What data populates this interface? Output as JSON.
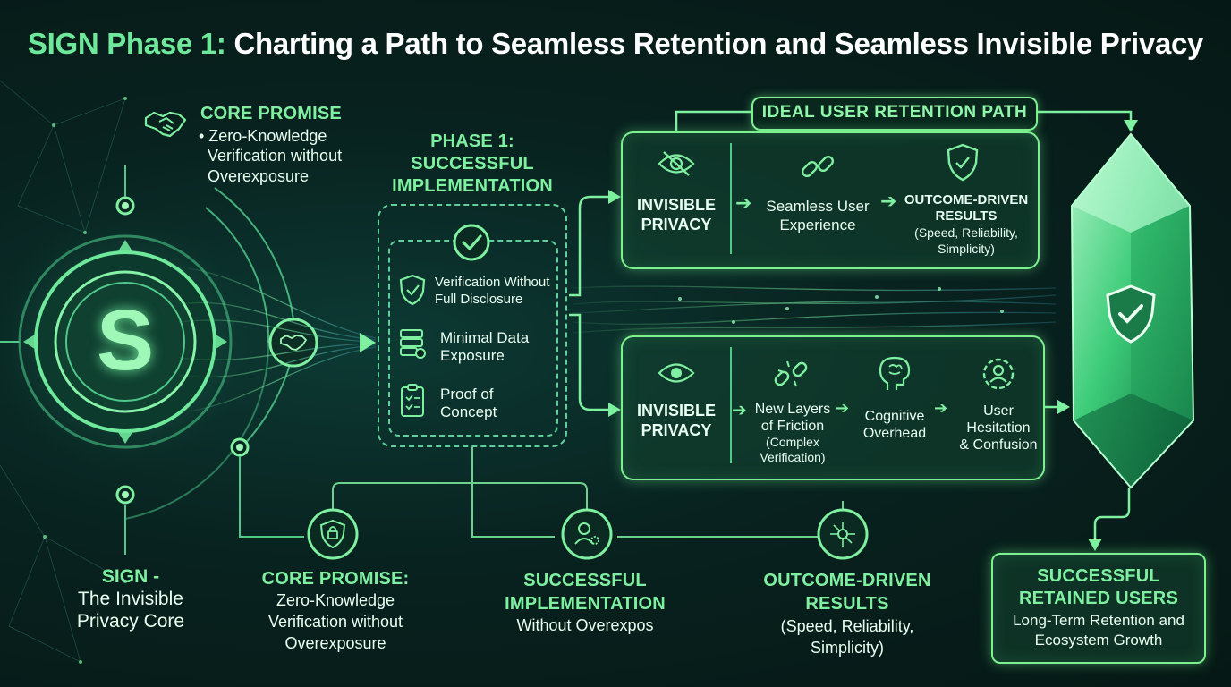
{
  "title": {
    "highlight": "SIGN Phase 1:",
    "rest": "Charting a Path to Seamless Retention and Seamless Invisible Privacy"
  },
  "core_promise_top": {
    "title": "CORE PROMISE",
    "line1": "• Zero-Knowledge",
    "line2": "Verification without",
    "line3": "Overexposure"
  },
  "phase1": {
    "line1": "PHASE 1:",
    "line2": "SUCCESSFUL",
    "line3": "IMPLEMENTATION"
  },
  "phase1_items": [
    {
      "line1": "Verification Without",
      "line2": "Full Disclosure"
    },
    {
      "line1": "Minimal Data",
      "line2": "Exposure"
    },
    {
      "line1": "Proof of",
      "line2": "Concept"
    }
  ],
  "ideal_path": {
    "label": "IDEAL USER RETENTION PATH"
  },
  "top_panel": {
    "left_line1": "INVISIBLE",
    "left_line2": "PRIVACY",
    "mid_line1": "Seamless User",
    "mid_line2": "Experience",
    "right_line1": "OUTCOME-DRIVEN",
    "right_line2": "RESULTS",
    "right_line3": "(Speed, Reliability,",
    "right_line4": "Simplicity)"
  },
  "bottom_panel": {
    "left_line1": "INVISIBLE",
    "left_line2": "PRIVACY",
    "step1_line1": "New Layers",
    "step1_line2": "of Friction",
    "step1_line3": "(Complex",
    "step1_line4": "Verification)",
    "step2_line1": "Cognitive",
    "step2_line2": "Overhead",
    "step3_line1": "User",
    "step3_line2": "Hesitation",
    "step3_line3": "& Confusion"
  },
  "sign_core": {
    "logo_letter": "S",
    "line1": "SIGN -",
    "line2": "The Invisible",
    "line3": "Privacy Core"
  },
  "bottom_row": {
    "promise_title": "CORE PROMISE:",
    "promise_line1": "Zero-Knowledge",
    "promise_line2": "Verification without",
    "promise_line3": "Overexposure",
    "impl_line1": "SUCCESSFUL",
    "impl_line2": "IMPLEMENTATION",
    "impl_line3": "Without Overexpos",
    "outcome_line1": "OUTCOME-DRIVEN",
    "outcome_line2": "RESULTS",
    "outcome_line3": "(Speed, Reliability,",
    "outcome_line4": "Simplicity)"
  },
  "retained": {
    "line1": "SUCCESSFUL",
    "line2": "RETAINED USERS",
    "line3": "Long-Term Retention and",
    "line4": "Ecosystem Growth"
  },
  "colors": {
    "accent": "#7ef0a0",
    "bg": "#08221f",
    "panel_border": "#7ef08f"
  },
  "icons": [
    "handshake-icon",
    "check-circle-icon",
    "shield-check-icon",
    "data-server-icon",
    "clipboard-icon",
    "eye-slash-icon",
    "link-icon",
    "eye-icon",
    "broken-link-icon",
    "brain-icon",
    "user-gear-icon",
    "lock-shield-icon",
    "user-gear-circle-icon",
    "network-icon",
    "crystal-shield-icon"
  ]
}
